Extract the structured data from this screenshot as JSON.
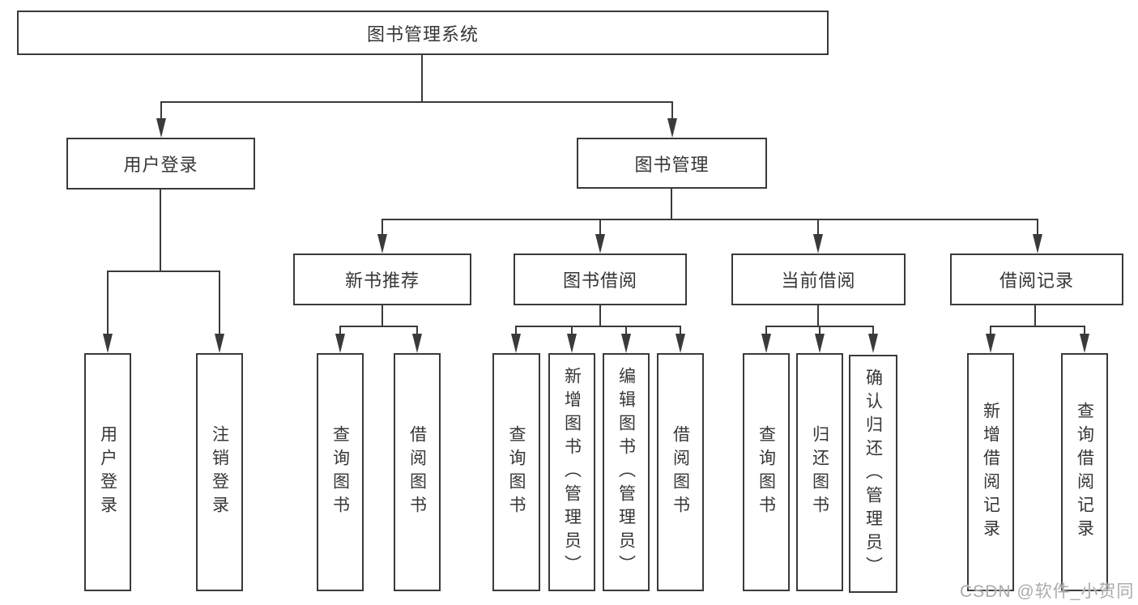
{
  "diagram": {
    "root": "图书管理系统",
    "branches": [
      {
        "label": "用户登录",
        "children": [
          "用户登录",
          "注销登录"
        ]
      },
      {
        "label": "图书管理",
        "children": [
          {
            "label": "新书推荐",
            "children": [
              "查询图书",
              "借阅图书"
            ]
          },
          {
            "label": "图书借阅",
            "children": [
              "查询图书",
              "新增图书（管理员）",
              "编辑图书（管理员）",
              "借阅图书"
            ]
          },
          {
            "label": "当前借阅",
            "children": [
              "查询图书",
              "归还图书",
              "确认归还（管理员）"
            ]
          },
          {
            "label": "借阅记录",
            "children": [
              "新增借阅记录",
              "查询借阅记录"
            ]
          }
        ]
      }
    ]
  },
  "watermark": {
    "text": "CSDN @软件_小贺同学"
  },
  "colors": {
    "line": "#3a3a3a",
    "text": "#363636",
    "background": "#ffffff",
    "watermark": "#ababab"
  }
}
